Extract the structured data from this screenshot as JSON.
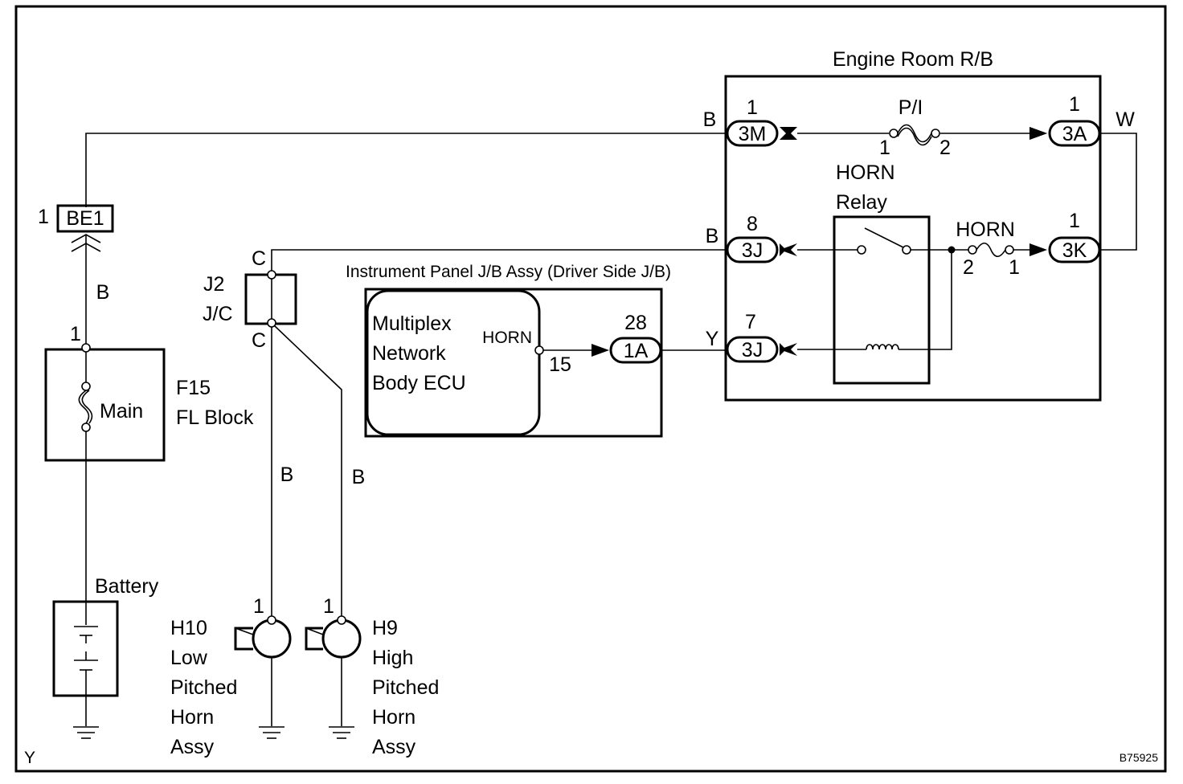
{
  "engine_room_rb": {
    "title": "Engine Room R/B",
    "connectors": {
      "c3m": {
        "id": "3M",
        "pin": "1",
        "wire_color": "B"
      },
      "c3a": {
        "id": "3A",
        "pin": "1",
        "wire_color": "W"
      },
      "c3j_top": {
        "id": "3J",
        "pin": "8",
        "wire_color": "B"
      },
      "c3k": {
        "id": "3K",
        "pin": "1"
      },
      "c3j_bottom": {
        "id": "3J",
        "pin": "7",
        "wire_color": "Y"
      }
    },
    "fuse_pi": {
      "label": "P/I",
      "pin_left": "1",
      "pin_right": "2"
    },
    "horn_relay": {
      "line1": "HORN",
      "line2": "Relay"
    },
    "fuse_horn": {
      "label": "HORN",
      "pin_left": "2",
      "pin_right": "1"
    }
  },
  "be1": {
    "id": "BE1",
    "pin": "1",
    "wire_color": "B"
  },
  "fl_block": {
    "id": "F15",
    "name": "FL Block",
    "fuse_label": "Main",
    "pin": "1"
  },
  "battery": {
    "label": "Battery"
  },
  "junction": {
    "id": "J2",
    "type": "J/C",
    "pin_top": "C",
    "pin_bottom": "C",
    "wire_left": "B",
    "wire_right": "B"
  },
  "ip_jb": {
    "title": "Instrument Panel J/B Assy (Driver Side J/B)",
    "ecu": {
      "line1": "Multiplex",
      "line2": "Network",
      "line3": "Body ECU",
      "terminal": "HORN",
      "terminal_pin": "15"
    },
    "connector": {
      "id": "1A",
      "pin": "28"
    }
  },
  "horn_low": {
    "id": "H10",
    "pin": "1",
    "lines": [
      "Low",
      "Pitched",
      "Horn",
      "Assy"
    ]
  },
  "horn_high": {
    "id": "H9",
    "pin": "1",
    "lines": [
      "High",
      "Pitched",
      "Horn",
      "Assy"
    ]
  },
  "footer": {
    "left": "Y",
    "code": "B75925"
  }
}
